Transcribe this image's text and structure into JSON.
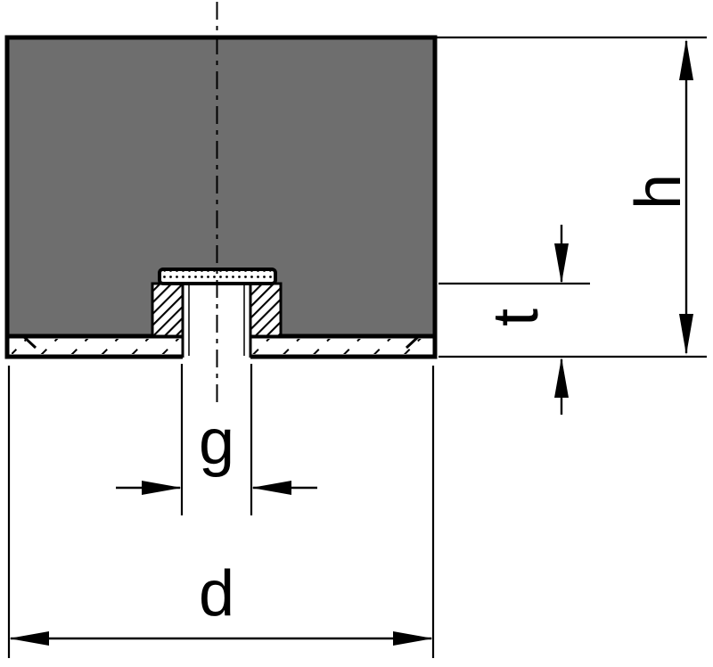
{
  "diagram": {
    "type": "technical-drawing",
    "description": "Cross-section of a cylindrical rubber-metal buffer with internal threaded insert and dimension callouts",
    "labels": {
      "height": "h",
      "thread_depth": "t",
      "thread_diameter": "g",
      "outer_diameter": "d"
    },
    "colors": {
      "body_fill": "#6e6e6e",
      "line": "#000000",
      "background": "#ffffff"
    }
  }
}
